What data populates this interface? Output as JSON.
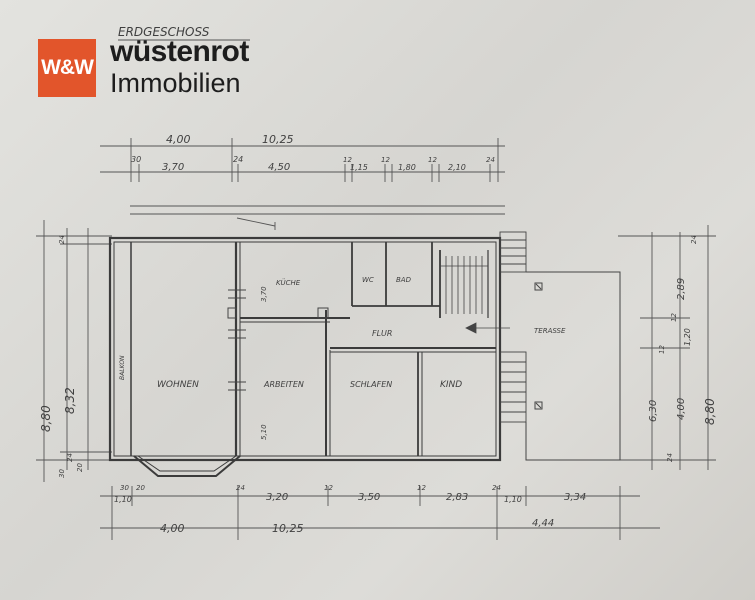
{
  "logo": {
    "mark": "W&W",
    "brand_line1": "wüstenrot",
    "brand_line2": "Immobilien",
    "color": "#e2552b"
  },
  "plan": {
    "title": "ERDGESCHOSS",
    "rooms": {
      "wohnen": "WOHNEN",
      "arbeiten": "ARBEITEN",
      "schlafen": "SCHLAFEN",
      "kind": "KIND",
      "kueche": "KÜCHE",
      "wc": "WC",
      "bad": "BAD",
      "flur": "FLUR",
      "terrasse": "TERASSE",
      "balkon": "BALKON"
    },
    "top_dims": {
      "overall_left": "4,00",
      "overall_right": "10,25",
      "d30": "30",
      "d370": "3,70",
      "d24": "24",
      "d450": "4,50",
      "d12a": "12",
      "d115": "1,15",
      "d12b": "12",
      "d180": "1,80",
      "d12c": "12",
      "d210": "2,10",
      "d24b": "24"
    },
    "bottom_dims": {
      "d30": "30",
      "d20": "20",
      "d24": "24",
      "d320": "3,20",
      "d12a": "12",
      "d350": "3,50",
      "d12b": "12",
      "d283": "2,83",
      "d24b": "24",
      "d110": "1,10",
      "d334": "3,34",
      "overall_left": "4,00",
      "overall_mid": "10,25",
      "overall_right": "4,44"
    },
    "left_dims": {
      "total": "8,80",
      "inner": "8,32",
      "d24": "24",
      "d30": "30",
      "d24b": "24",
      "d20": "20"
    },
    "right_dims": {
      "total": "8,80",
      "d630": "6,30",
      "d289": "2,89",
      "d400": "4,00",
      "d120": "1,20",
      "d12a": "12",
      "d12b": "12",
      "d24": "24",
      "d24b": "24"
    },
    "room_dims": {
      "kueche_h": "3,70",
      "arbeiten_h": "5,10"
    }
  }
}
